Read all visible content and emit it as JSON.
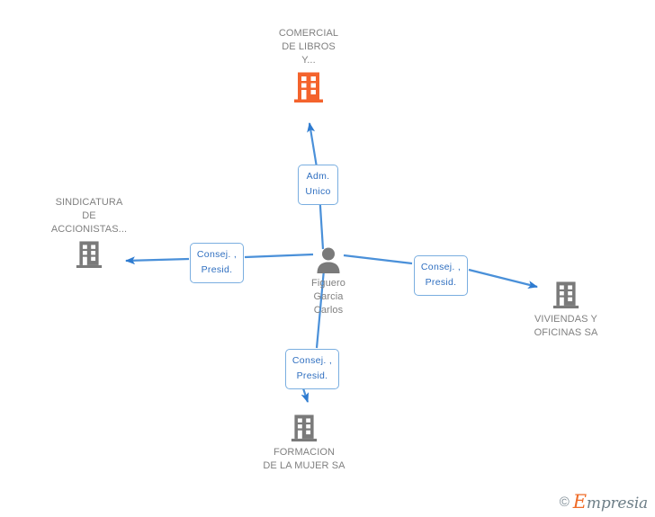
{
  "diagram": {
    "type": "corporate-relationship-graph",
    "background_color": "#ffffff",
    "edge_color": "#4a90d9",
    "center": {
      "id": "person-center",
      "name": "Figuero\nGarcia\nCarlos",
      "icon": "person-icon",
      "icon_color": "#7a7a7a"
    },
    "nodes": [
      {
        "id": "node-top",
        "name": "COMERCIAL\nDE LIBROS\nY...",
        "icon": "building-icon",
        "icon_color": "#f4632c",
        "label_position": "above"
      },
      {
        "id": "node-left",
        "name": "SINDICATURA\nDE\nACCIONISTAS...",
        "icon": "building-icon",
        "icon_color": "#7a7a7a",
        "label_position": "above"
      },
      {
        "id": "node-right",
        "name": "VIVIENDAS Y\nOFICINAS SA",
        "icon": "building-icon",
        "icon_color": "#7a7a7a",
        "label_position": "below"
      },
      {
        "id": "node-bottom",
        "name": "FORMACION\nDE LA MUJER SA",
        "icon": "building-icon",
        "icon_color": "#7a7a7a",
        "label_position": "below"
      }
    ],
    "relations": [
      {
        "id": "rel-top",
        "label": "Adm.\nUnico",
        "from": "person-center",
        "to": "node-top"
      },
      {
        "id": "rel-left",
        "label": "Consej. ,\nPresid.",
        "from": "person-center",
        "to": "node-left"
      },
      {
        "id": "rel-right",
        "label": "Consej. ,\nPresid.",
        "from": "person-center",
        "to": "node-right"
      },
      {
        "id": "rel-bottom",
        "label": "Consej. ,\nPresid.",
        "from": "person-center",
        "to": "node-bottom"
      }
    ]
  },
  "watermark": {
    "copyright": "©",
    "brand_first_letter": "E",
    "brand_rest": "mpresia",
    "brand_accent_color": "#ef6c28",
    "brand_text_color": "#6e7f88"
  }
}
